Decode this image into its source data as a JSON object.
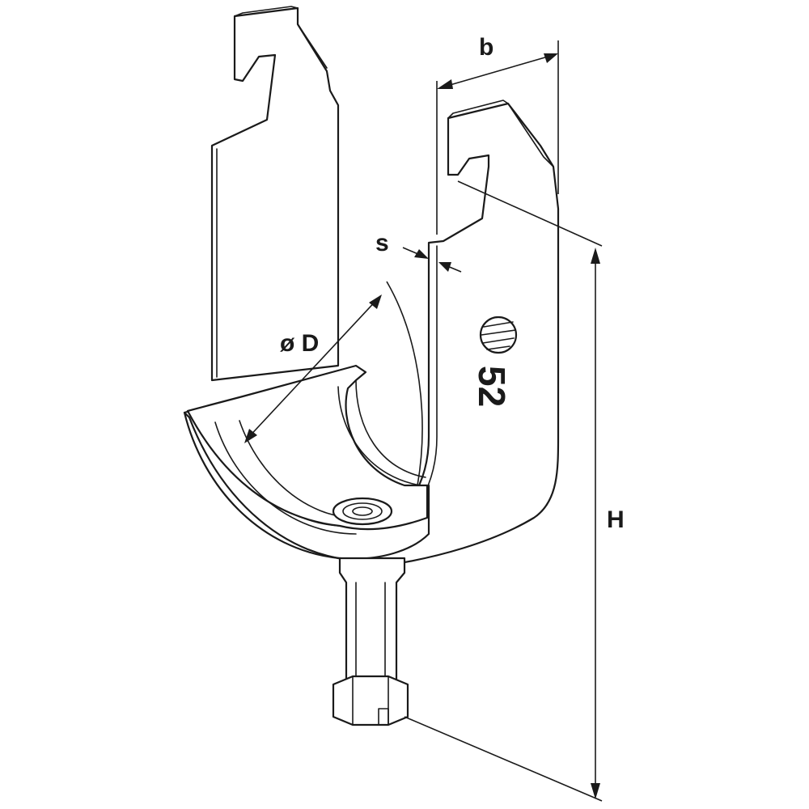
{
  "labels": {
    "b": "b",
    "s": "s",
    "diameter": "ø D",
    "height": "H",
    "marking": "52"
  },
  "colors": {
    "line": "#1a1a1a",
    "background": "#ffffff"
  },
  "icons": {
    "size_mark": "hatched-circle-icon"
  }
}
